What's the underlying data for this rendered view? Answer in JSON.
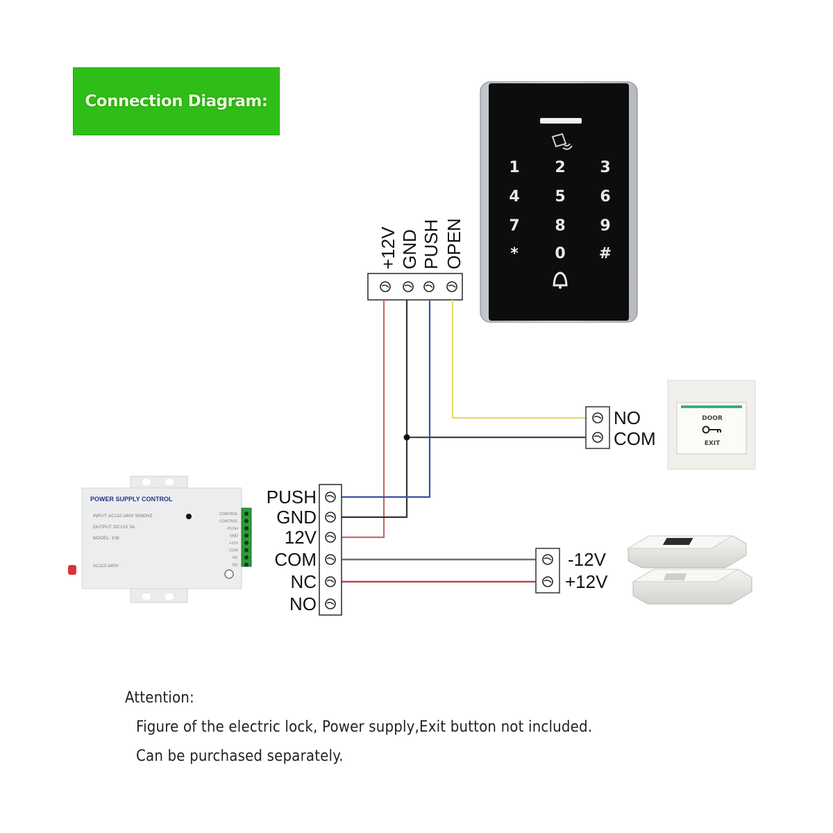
{
  "title": "Connection Diagram:",
  "keypad": {
    "terminal_labels": [
      "+12V",
      "GND",
      "PUSH",
      "OPEN"
    ],
    "keys": [
      "1",
      "2",
      "3",
      "4",
      "5",
      "6",
      "7",
      "8",
      "9",
      "*",
      "0",
      "#"
    ],
    "icons": [
      "rfid-card-icon",
      "bell-icon"
    ]
  },
  "exit_button": {
    "terminal_labels": [
      "NO",
      "COM"
    ],
    "face_text_top": "DOOR",
    "face_text_bottom": "EXIT",
    "icon": "key-icon"
  },
  "power_supply": {
    "header": "POWER SUPPLY CONTROL",
    "lines": [
      "INPUT: AC110-240V 50/60HZ",
      "OUTPUT: DC12V 3A",
      "MODEL: 108"
    ],
    "ac_label": "AC110-240V",
    "pin_labels": [
      "CONTROL",
      "CONTROL",
      "PUSH",
      "GND",
      "+12V",
      "COM",
      "NC",
      "NO"
    ],
    "terminal_labels": [
      "PUSH",
      "GND",
      "12V",
      "COM",
      "NC",
      "NO"
    ]
  },
  "lock": {
    "terminal_labels": [
      "-12V",
      "+12V"
    ]
  },
  "wires": [
    {
      "from": "keypad.+12V",
      "to": "power_supply.12V",
      "color": "#c46a6a"
    },
    {
      "from": "keypad.GND",
      "to": "power_supply.GND",
      "color": "#333333"
    },
    {
      "from": "keypad.PUSH",
      "to": "power_supply.PUSH",
      "color": "#3a4fa8"
    },
    {
      "from": "keypad.OPEN",
      "to": "exit_button.NO",
      "color": "#e8e070"
    },
    {
      "from": "keypad.GND",
      "to": "exit_button.COM",
      "color": "#333333"
    },
    {
      "from": "power_supply.COM",
      "to": "lock.-12V",
      "color": "#666666"
    },
    {
      "from": "power_supply.NC",
      "to": "lock.+12V",
      "color": "#c0424a"
    }
  ],
  "attention": {
    "heading": "Attention:",
    "line1": "Figure of the electric lock, Power supply,Exit button not included.",
    "line2": "Can be purchased separately."
  },
  "colors": {
    "title_bg": "#2fbe17",
    "title_text": "#eaffd8",
    "keypad_body": "#0d0d0d",
    "terminal_pcb": "#2e9a3a"
  }
}
